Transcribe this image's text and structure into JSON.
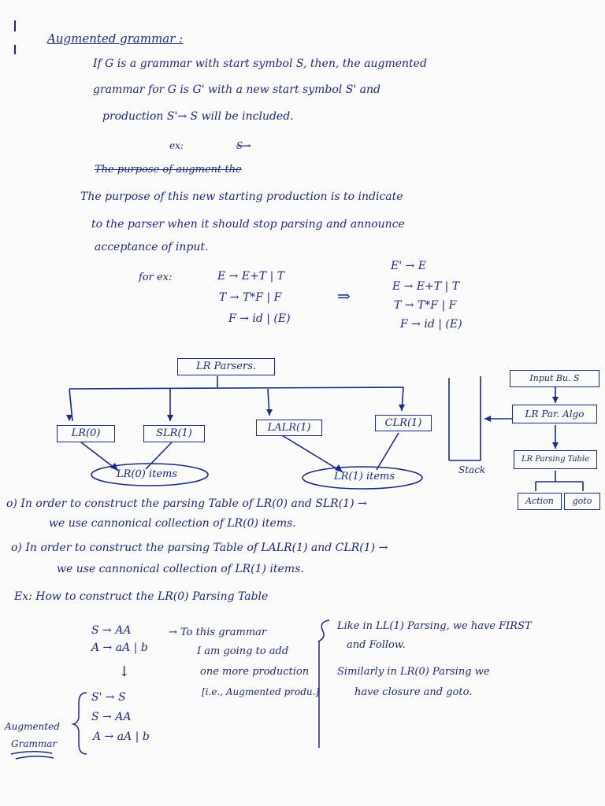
{
  "title": "Augmented grammar :",
  "definition": [
    "If G is a grammar with start symbol S, then, the augmented",
    "grammar for G is G' with a new start symbol S' and",
    "production S'→ S will be included."
  ],
  "ex_label": "ex:",
  "ex_scribble": "S→",
  "struck_line": "The purpose of augment the",
  "purpose": [
    "The purpose of this new starting production is to indicate",
    "to the parser when it should stop parsing and announce",
    "acceptance of input."
  ],
  "for_ex": "for ex:",
  "grammar_left": [
    "E → E+T | T",
    "T → T*F | F",
    "F → id | (E)"
  ],
  "implies": "⇒",
  "grammar_right": [
    "E' → E",
    "E → E+T | T",
    "T → T*F | F",
    "F → id | (E)"
  ],
  "tree": {
    "root": "LR Parsers.",
    "children": [
      "LR(0)",
      "SLR(1)",
      "LALR(1)",
      "CLR(1)"
    ],
    "items_left": "LR(0) items",
    "items_right": "LR(1) items"
  },
  "parser_model": {
    "input_buffer": "Input Bu. S",
    "algo": "LR Par. Algo",
    "table": "LR Parsing Table",
    "action": "Action",
    "goto": "goto",
    "stack": "Stack"
  },
  "notes": [
    "o) In order to construct the parsing Table of LR(0) and SLR(1) →",
    "we use cannonical collection of LR(0) items.",
    "o) In order to construct the parsing Table of LALR(1) and CLR(1) →",
    "we use cannonical collection of LR(1) items."
  ],
  "example_heading": "Ex: How to construct the LR(0) Parsing Table",
  "g1": [
    "S → AA",
    "A → aA | b"
  ],
  "arrow_down": "↓",
  "g2": [
    "S' → S",
    "S → AA",
    "A → aA | b"
  ],
  "middle_text": [
    "→ To this grammar",
    "I am going to add",
    "one more production",
    "[i.e., Augmented produ.]"
  ],
  "right_text": [
    "Like in LL(1) Parsing, we have FIRST",
    "and Follow.",
    "Similarly in LR(0) Parsing we",
    "have closure and goto."
  ],
  "side_label": [
    "Augmented",
    "Grammar"
  ]
}
